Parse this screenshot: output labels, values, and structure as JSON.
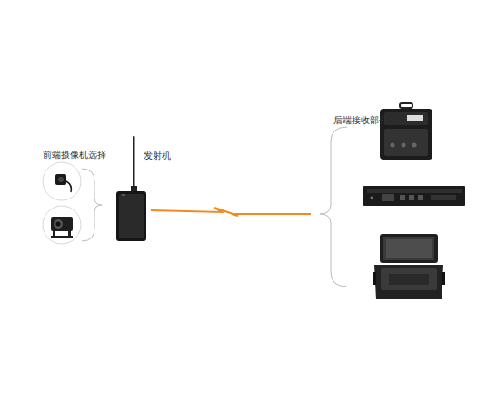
{
  "diagram": {
    "labels": [
      "前端摄像机选择",
      "发射机",
      "后端接收部分"
    ]
  }
}
